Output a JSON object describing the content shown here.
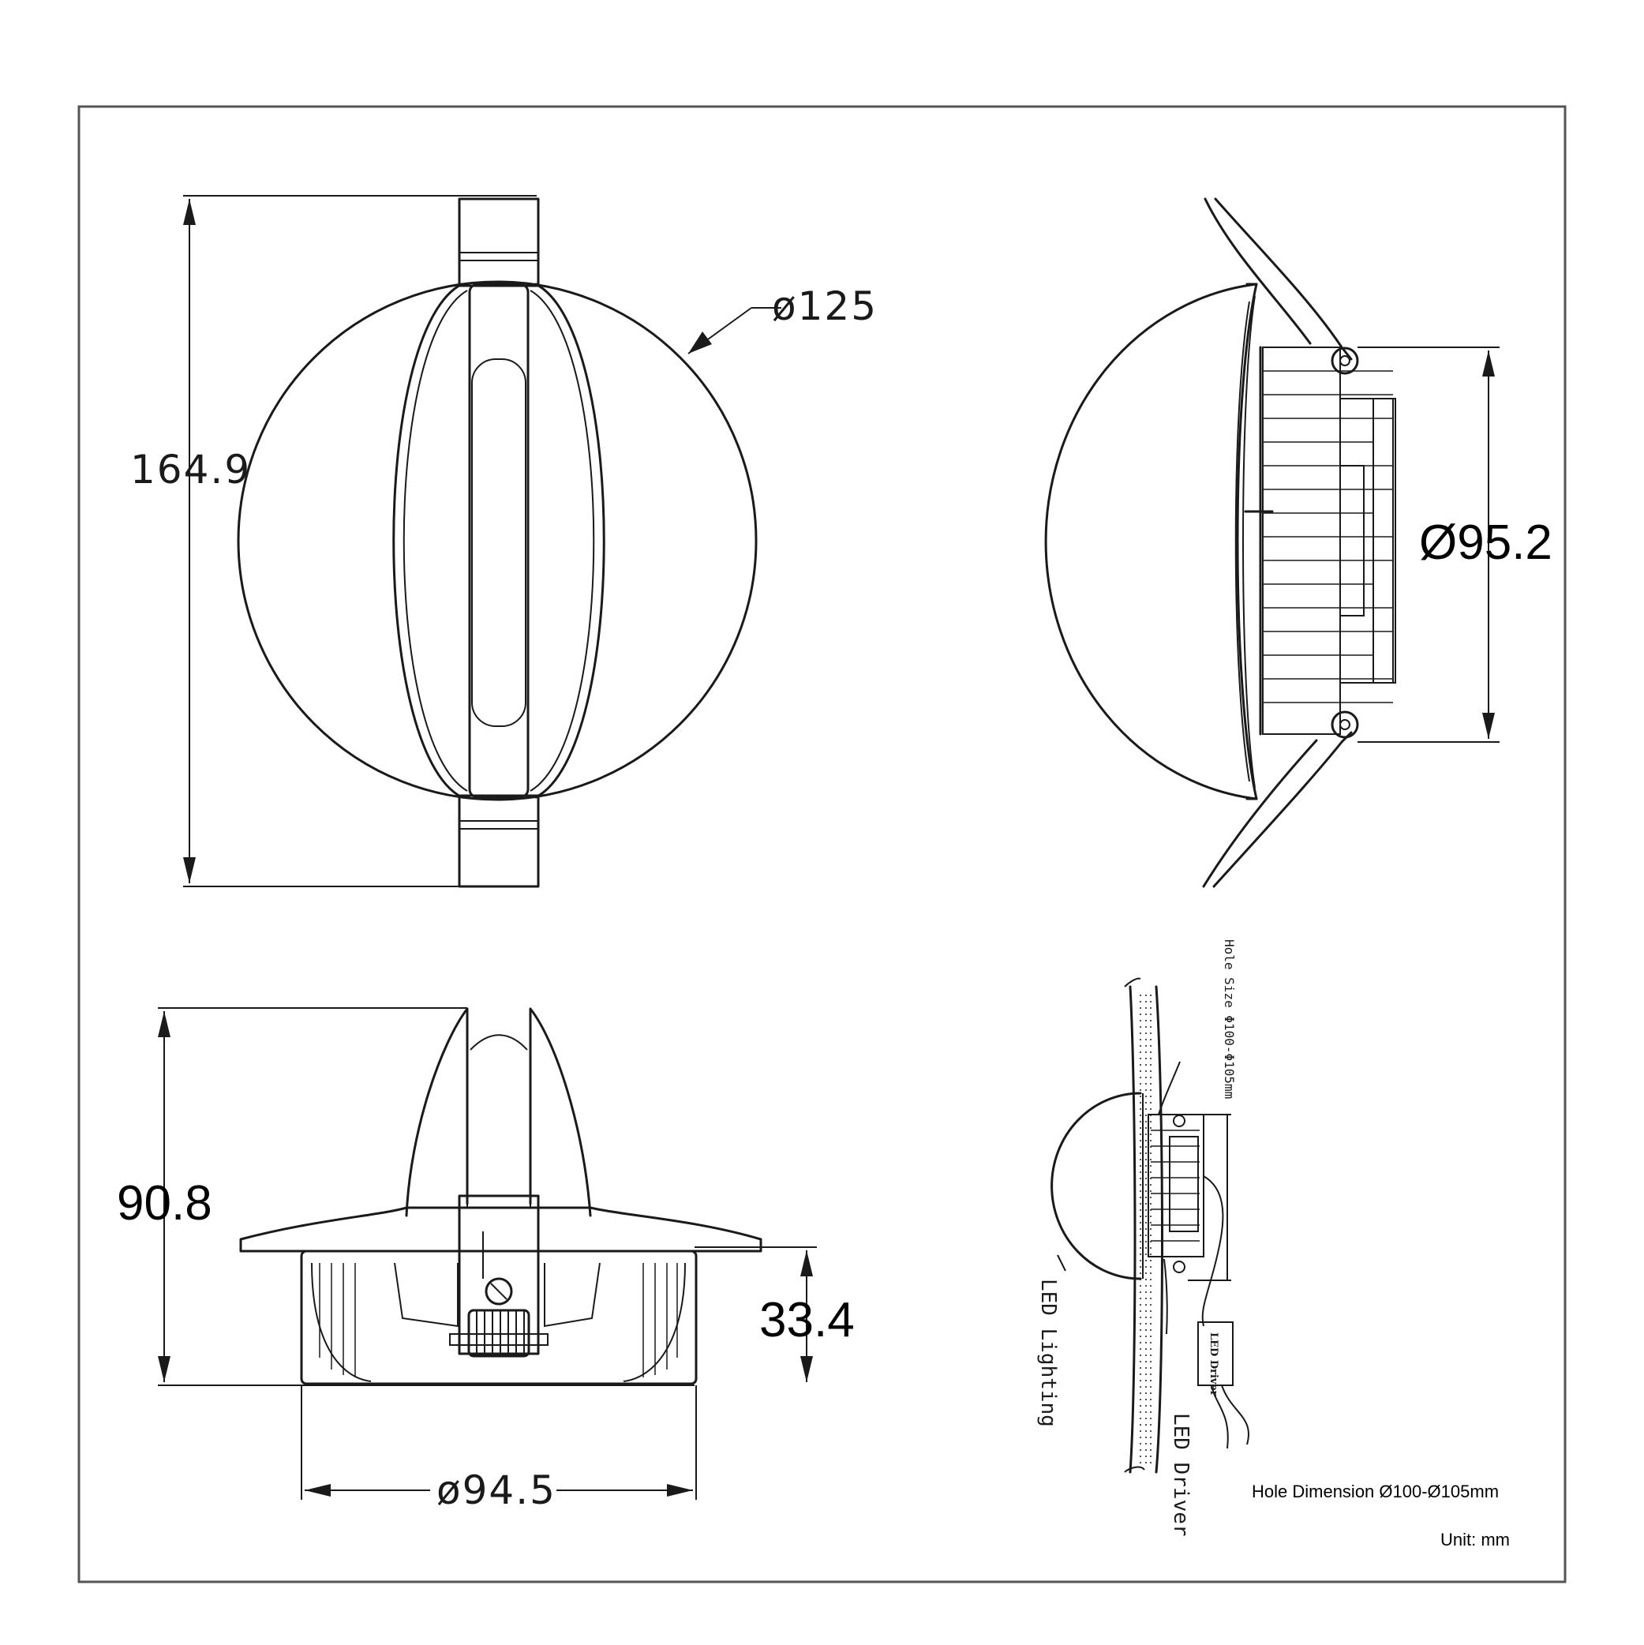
{
  "front_view": {
    "height_dim": "164.9",
    "diameter_dim": "ø125"
  },
  "side_view": {
    "diameter_dim": "Ø95.2"
  },
  "bottom_view": {
    "height_dim": "90.8",
    "depth_dim": "33.4",
    "diameter_dim": "ø94.5"
  },
  "install_view": {
    "hole_size": "Hole  Size Φ100-Φ105mm",
    "led_lighting": "LED Lighting",
    "led_driver": "LED Driver",
    "driver_box": "LED Driver"
  },
  "notes": {
    "hole_dimension": "Hole Dimension Ø100-Ø105mm",
    "unit": "Unit: mm"
  }
}
